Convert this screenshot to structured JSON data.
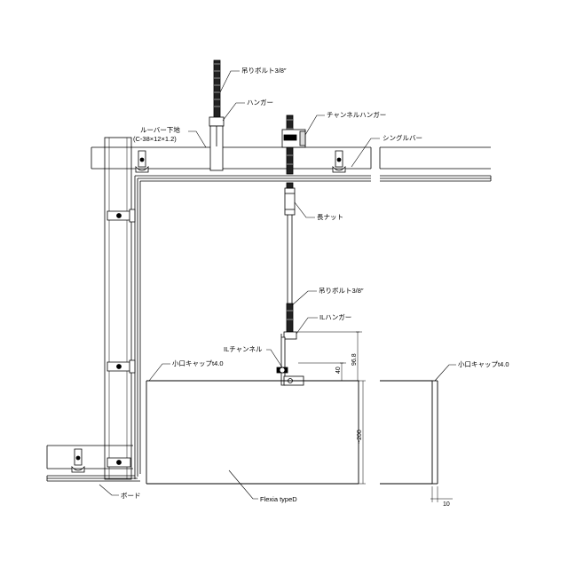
{
  "labels": {
    "hanging_bolt_upper": "吊りボルト3/8″",
    "hanger": "ハンガー",
    "channel_hanger": "チャンネルハンガー",
    "louver_base": "ルーバー下地",
    "louver_base_spec": "(C-38×12×1.2)",
    "single_bar": "シングルバー",
    "long_nut": "長ナット",
    "hanging_bolt_lower": "吊りボルト3/8″",
    "il_hanger": "ILハンガー",
    "il_channel": "ILチャンネル",
    "small_cap_left": "小口キャップt4.0",
    "small_cap_right": "小口キャップt4.0",
    "board": "ボード",
    "panel": "Flexia typeD"
  },
  "dimensions": {
    "d40": "40",
    "d96": "96.8",
    "d200": "~200",
    "d10": "10"
  }
}
